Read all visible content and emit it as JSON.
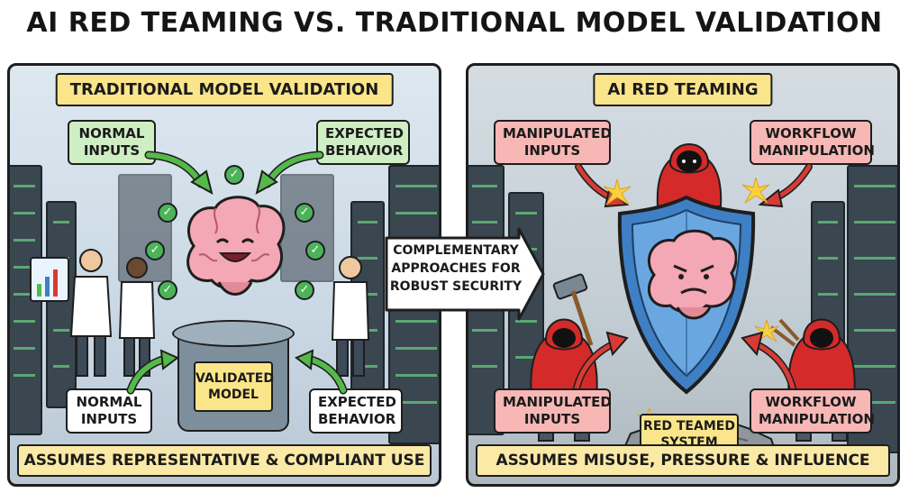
{
  "title": "AI RED TEAMING VS. TRADITIONAL MODEL VALIDATION",
  "left_panel": {
    "header": "TRADITIONAL MODEL VALIDATION",
    "top_left_box": [
      "NORMAL",
      "INPUTS"
    ],
    "top_right_box": [
      "EXPECTED",
      "BEHAVIOR"
    ],
    "bottom_left_box": [
      "NORMAL",
      "INPUTS"
    ],
    "bottom_right_box": [
      "EXPECTED",
      "BEHAVIOR"
    ],
    "pedestal_label": [
      "VALIDATED",
      "MODEL"
    ],
    "footer": "ASSUMES REPRESENTATIVE & COMPLIANT USE",
    "box_color": "#cfeec4",
    "check_color": "#4cb35a"
  },
  "center_callout": [
    "COMPLEMENTARY",
    "APPROACHES FOR",
    "ROBUST SECURITY"
  ],
  "right_panel": {
    "header": "AI RED TEAMING",
    "top_left_box": [
      "MANIPULATED",
      "INPUTS"
    ],
    "top_right_box": [
      "WORKFLOW",
      "MANIPULATION"
    ],
    "bottom_left_box": [
      "MANIPULATED",
      "INPUTS"
    ],
    "bottom_right_box": [
      "WORKFLOW",
      "MANIPULATION"
    ],
    "center_label": [
      "RED TEAMED",
      "SYSTEM"
    ],
    "footer": "ASSUMES MISUSE, PRESSURE & INFLUENCE",
    "box_color": "#f6b7b5",
    "hood_color": "#d42a2a",
    "shield_color": "#3f7fc4"
  },
  "colors": {
    "header_yellow": "#fbe58a",
    "arrow_green": "#55b94a",
    "arrow_red": "#d73b35"
  }
}
